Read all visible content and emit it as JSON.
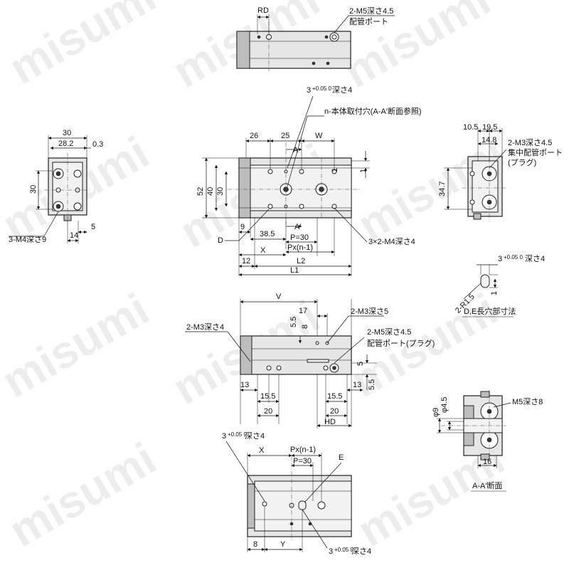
{
  "watermark": "misumi",
  "top_view": {
    "rd": "RD",
    "ports": "2-M5深さ4.5",
    "ports_sub": "配管ポート"
  },
  "side_view": {
    "w30": "30",
    "w282": "28.2",
    "w03": "0.3",
    "h30": "30",
    "thread": "3-M4深さ9",
    "d14": "14",
    "d5": "5"
  },
  "front_view": {
    "pin": "3",
    "pin_tol": "+0.05 0",
    "pin_depth": "深さ4",
    "mount_note": "n-本体取付穴(A-A′断面参照)",
    "d26": "26",
    "d25": "25",
    "w": "W",
    "a": "A",
    "a2": "A′",
    "d1a": "1",
    "d1b": "1",
    "h52": "52",
    "h40": "40",
    "h30": "30",
    "d": "D",
    "d9": "9",
    "d385": "38.5",
    "p30": "P=30",
    "pxn": "Px(n-1)",
    "x": "X",
    "d12": "12",
    "l2": "L2",
    "l1": "L1",
    "threads": "3×2-M4深さ4"
  },
  "right_view": {
    "d105": "10.5",
    "d195": "19.5",
    "d148": "14.8",
    "ports": "2-M3深さ4.5",
    "ports_sub1": "集中配管ポート",
    "ports_sub2": "(プラグ)",
    "h347": "34.7"
  },
  "slot_detail": {
    "pin": "3",
    "pin_tol": "+0.05 0",
    "pin_depth": "深さ4",
    "r": "2-R1.5",
    "d1": "1",
    "title": "D,E長穴部寸法"
  },
  "bottom_view": {
    "v": "V",
    "d17": "17",
    "d8": "8",
    "d55a": "5.5",
    "m3_5": "2-M3深さ5",
    "m3_4": "2-M3深さ4",
    "m5": "2-M5深さ4.5",
    "m5_sub": "配管ポート(プラグ)",
    "d5": "5",
    "d55b": "5.5",
    "d13a": "13",
    "d155a": "15.5",
    "d20a": "20",
    "d155b": "15.5",
    "d13b": "13",
    "d20b": "20",
    "hd": "HD"
  },
  "section": {
    "phi9": "φ9",
    "phi45": "φ4.5",
    "m5": "M5深さ8",
    "d16": "16",
    "title": "A-A′断面"
  },
  "lower_view": {
    "pin": "3",
    "pin_tol": "+0.05 0",
    "pin_depth": "深さ4",
    "x": "X",
    "pxn": "Px(n-1)",
    "p30": "P=30",
    "e": "E",
    "d8": "8",
    "y": "Y",
    "pin2": "3",
    "pin2_tol": "+0.05 0",
    "pin2_depth": "深さ4"
  }
}
